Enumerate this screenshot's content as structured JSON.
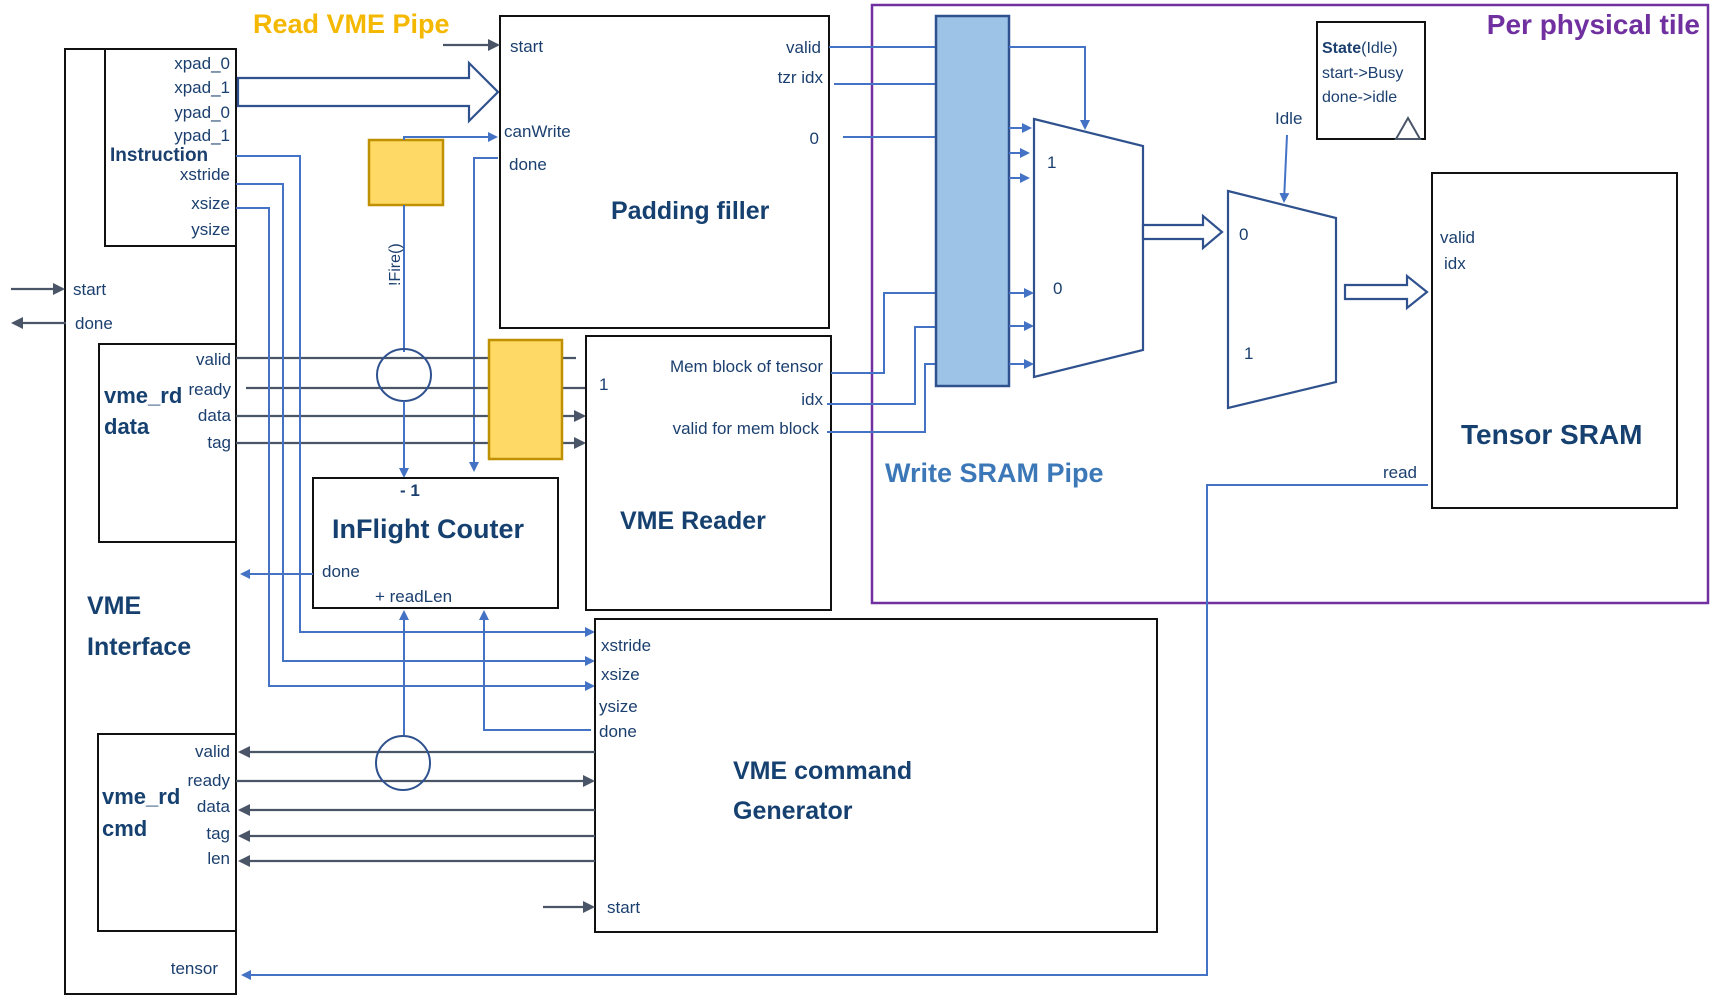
{
  "pipes": {
    "read_vme_pipe": "Read VME Pipe",
    "write_sram_pipe": "Write SRAM Pipe",
    "per_physical_tile": "Per physical tile"
  },
  "colors": {
    "read_pipe": "#f5b800",
    "write_pipe": "#3c78b8",
    "tile_border": "#7030a0",
    "wire_blue": "#4472c4",
    "wire_gray": "#4a5568",
    "register_fill": "#ffd966",
    "bus_fill": "#9dc3e6"
  },
  "vme_interface": {
    "title_line1": "VME",
    "title_line2": "Interface",
    "start": "start",
    "done": "done",
    "tensor": "tensor",
    "instruction": {
      "title": "Instruction",
      "ports": [
        "xpad_0",
        "xpad_1",
        "ypad_0",
        "ypad_1",
        "xstride",
        "xsize",
        "ysize"
      ]
    },
    "rd_data": {
      "title_line1": "vme_rd",
      "title_line2": "data",
      "ports": [
        "valid",
        "ready",
        "data",
        "tag"
      ]
    },
    "rd_cmd": {
      "title_line1": "vme_rd",
      "title_line2": "cmd",
      "ports": [
        "valid",
        "ready",
        "data",
        "tag",
        "len"
      ]
    }
  },
  "padding_filler": {
    "title": "Padding filler",
    "inputs": [
      "start",
      "canWrite",
      "done"
    ],
    "outputs": [
      "valid",
      "tzr idx",
      "0"
    ]
  },
  "fire_label": "!Fire()",
  "inflight_counter": {
    "title": "InFlight Couter",
    "minus": "- 1",
    "done": "done",
    "plus": "+ readLen"
  },
  "vme_reader": {
    "title": "VME Reader",
    "input_const": "1",
    "outputs": [
      "Mem block of tensor",
      "idx",
      "valid for mem block"
    ]
  },
  "cmd_generator": {
    "title_line1": "VME command",
    "title_line2": "Generator",
    "inputs": [
      "xstride",
      "xsize",
      "ysize",
      "done"
    ],
    "start": "start"
  },
  "mux1": {
    "in_top": "1",
    "in_bottom": "0"
  },
  "mux2": {
    "in_top": "0",
    "in_bottom": "1",
    "select": "Idle"
  },
  "state_box": {
    "title_bold": "State",
    "title_rest": "(Idle)",
    "line2": "start->Busy",
    "line3": "done->idle"
  },
  "tensor_sram": {
    "title": "Tensor SRAM",
    "valid": "valid",
    "idx": "idx",
    "read": "read"
  }
}
